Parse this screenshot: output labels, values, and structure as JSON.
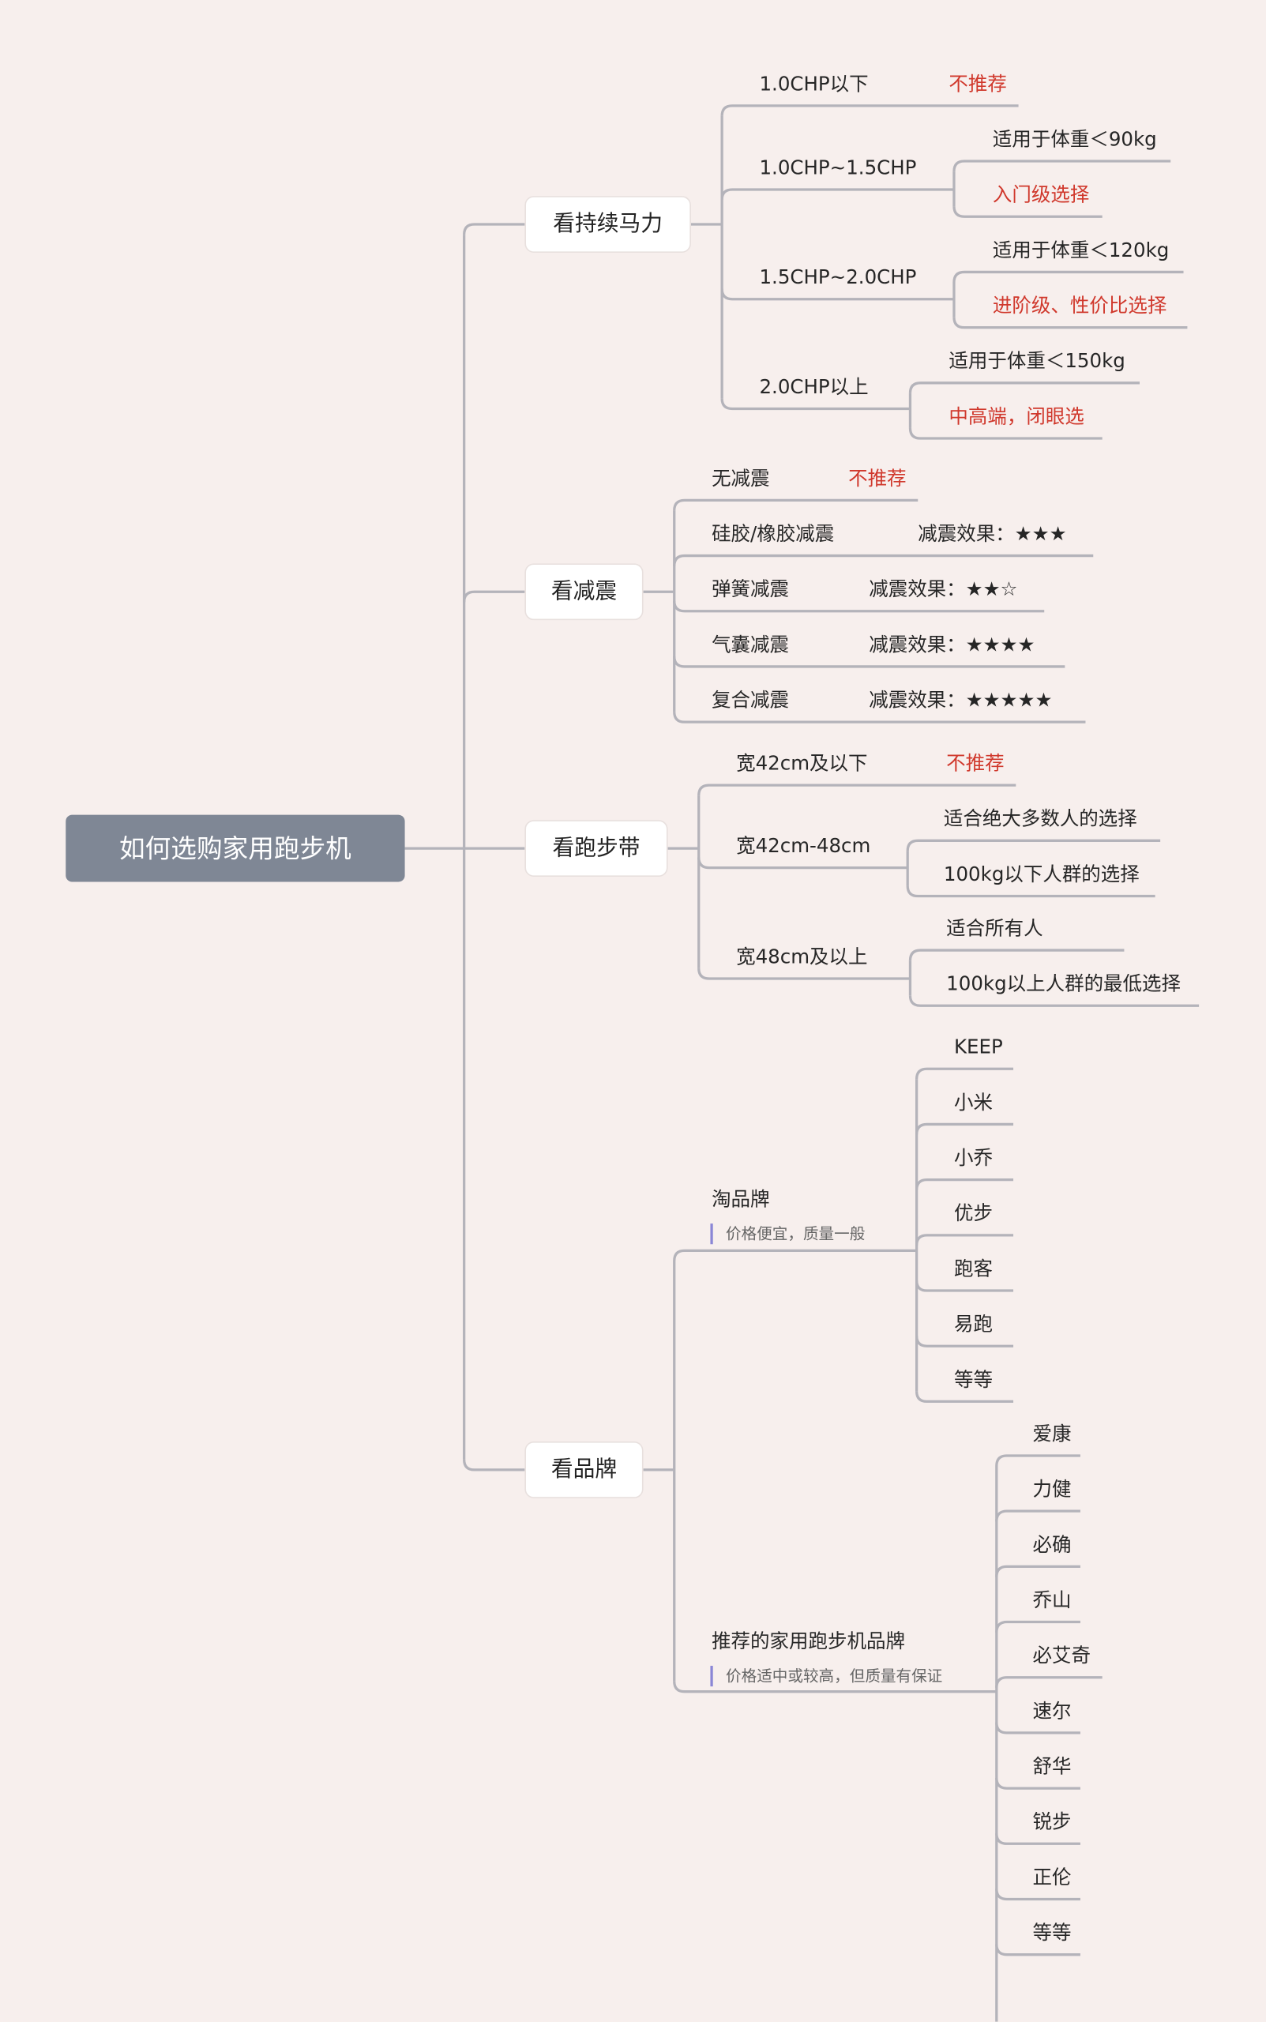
{
  "title": "如何选购家用跑步机",
  "colors": {
    "line": "#b4b3ba",
    "root": "#7f8795",
    "highlight": "#d0382c",
    "note_bar": "#8a86d6"
  },
  "branches": [
    {
      "label": "看持续马力",
      "children": [
        {
          "label": "1.0CHP以下",
          "tag": "不推荐"
        },
        {
          "label": "1.0CHP~1.5CHP",
          "children": [
            {
              "label": "适用于体重＜90kg"
            },
            {
              "label": "入门级选择",
              "highlight": true
            }
          ]
        },
        {
          "label": "1.5CHP~2.0CHP",
          "children": [
            {
              "label": "适用于体重＜120kg"
            },
            {
              "label": "进阶级、性价比选择",
              "highlight": true
            }
          ]
        },
        {
          "label": "2.0CHP以上",
          "children": [
            {
              "label": "适用于体重＜150kg"
            },
            {
              "label": "中高端，闭眼选",
              "highlight": true
            }
          ]
        }
      ]
    },
    {
      "label": "看减震",
      "children": [
        {
          "label": "无减震",
          "tag": "不推荐"
        },
        {
          "label": "硅胶/橡胶减震",
          "rating": "减震效果：★★★"
        },
        {
          "label": "弹簧减震",
          "rating": "减震效果：★★☆"
        },
        {
          "label": "气囊减震",
          "rating": "减震效果：★★★★"
        },
        {
          "label": "复合减震",
          "rating": "减震效果：★★★★★"
        }
      ]
    },
    {
      "label": "看跑步带",
      "children": [
        {
          "label": "宽42cm及以下",
          "tag": "不推荐"
        },
        {
          "label": "宽42cm-48cm",
          "children": [
            {
              "label": "适合绝大多数人的选择"
            },
            {
              "label": "100kg以下人群的选择"
            }
          ]
        },
        {
          "label": "宽48cm及以上",
          "children": [
            {
              "label": "适合所有人"
            },
            {
              "label": "100kg以上人群的最低选择"
            }
          ]
        }
      ]
    },
    {
      "label": "看品牌",
      "children": [
        {
          "label": "淘品牌",
          "note": "价格便宜，质量一般",
          "children": [
            {
              "label": "KEEP"
            },
            {
              "label": "小米"
            },
            {
              "label": "小乔"
            },
            {
              "label": "优步"
            },
            {
              "label": "跑客"
            },
            {
              "label": "易跑"
            },
            {
              "label": "等等"
            }
          ]
        },
        {
          "label": "推荐的家用跑步机品牌",
          "note": "价格适中或较高，但质量有保证",
          "children": [
            {
              "label": "爱康"
            },
            {
              "label": "力健"
            },
            {
              "label": "必确"
            },
            {
              "label": "乔山"
            },
            {
              "label": "必艾奇"
            },
            {
              "label": "速尔"
            },
            {
              "label": "舒华"
            },
            {
              "label": "锐步"
            },
            {
              "label": "正伦"
            },
            {
              "label": "等等"
            }
          ]
        }
      ]
    }
  ]
}
